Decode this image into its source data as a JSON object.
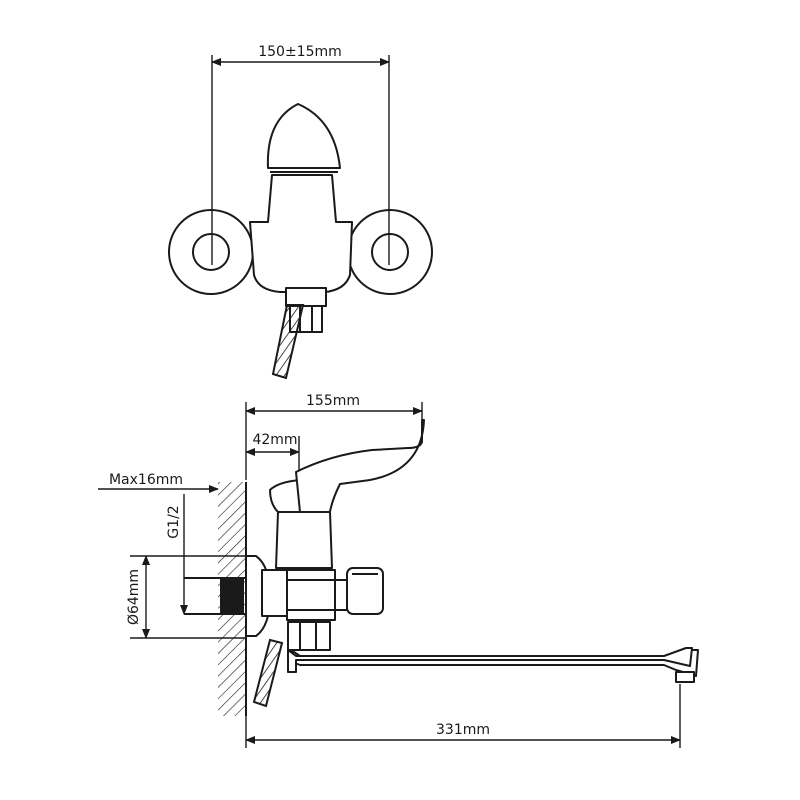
{
  "drawing": {
    "top_view": {
      "dim_center_distance": "150±15mm"
    },
    "side_view": {
      "dim_overall_depth": "155mm",
      "dim_lever_offset": "42mm",
      "dim_wall_max": "Max16mm",
      "dim_thread": "G1/2",
      "dim_flange_dia": "Ø64mm",
      "dim_spout_length": "331mm"
    }
  }
}
